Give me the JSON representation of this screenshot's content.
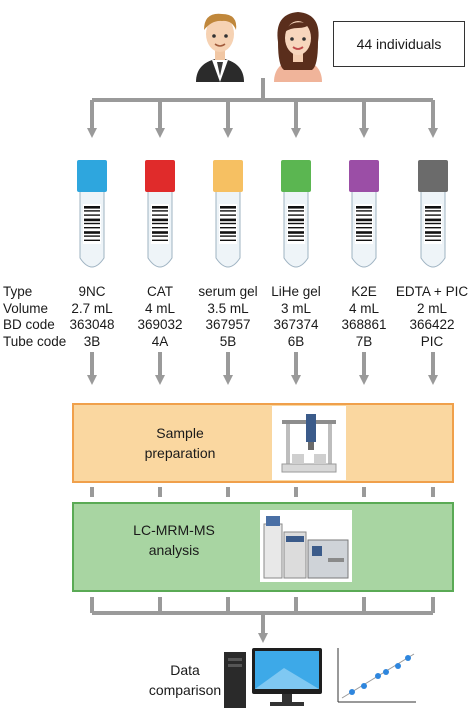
{
  "participants": {
    "count_label": "44 individuals"
  },
  "row_labels": [
    "Type",
    "Volume",
    "BD code",
    "Tube code"
  ],
  "tubes": [
    {
      "type": "9NC",
      "volume": "2.7 mL",
      "bd_code": "363048",
      "tube_code": "3B",
      "cap_color": "#2ea6de"
    },
    {
      "type": "CAT",
      "volume": "4 mL",
      "bd_code": "369032",
      "tube_code": "4A",
      "cap_color": "#e02b2b"
    },
    {
      "type": "serum gel",
      "volume": "3.5 mL",
      "bd_code": "367957",
      "tube_code": "5B",
      "cap_color": "#f6c062"
    },
    {
      "type": "LiHe gel",
      "volume": "3 mL",
      "bd_code": "367374",
      "tube_code": "6B",
      "cap_color": "#5bb651"
    },
    {
      "type": "K2E",
      "volume": "4 mL",
      "bd_code": "368861",
      "tube_code": "7B",
      "cap_color": "#9b4ea6"
    },
    {
      "type": "EDTA + PIC",
      "volume": "2 mL",
      "bd_code": "366422",
      "tube_code": "PIC",
      "cap_color": "#6b6b6b"
    }
  ],
  "stages": {
    "sample_prep": {
      "title_line1": "Sample",
      "title_line2": "preparation",
      "fill": "#fad7a0",
      "border": "#f0a04b"
    },
    "lcms": {
      "title_line1": "LC-MRM-MS",
      "title_line2": "analysis",
      "fill": "#a8d5a2",
      "border": "#5aaa55"
    }
  },
  "final": {
    "title_line1": "Data",
    "title_line2": "comparison"
  },
  "colors": {
    "arrow": "#9a9a9a",
    "accent_point": "#2e86de"
  }
}
